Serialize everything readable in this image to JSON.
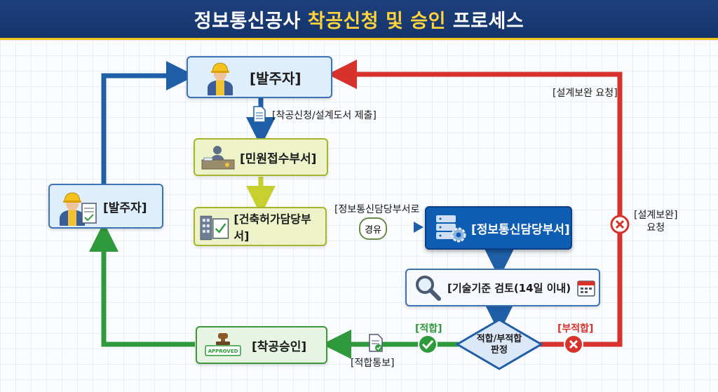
{
  "header": {
    "title_prefix": "정보통신공사 ",
    "title_highlight": "착공신청 및 승인",
    "title_suffix": " 프로세스"
  },
  "nodes": {
    "client_top": "[발주자]",
    "client_left": "[발주자]",
    "reception": "[민원접수부서]",
    "permit": "[건축허가담당부서]",
    "ict": "[정보통신담당부서]",
    "review": "[기술기준 검토(14일 이내)",
    "approval": "[착공승인]",
    "decision_line1": "적합/부적합",
    "decision_line2": "판정"
  },
  "labels": {
    "submit": "[착공신청/설계도서 제출]",
    "via_line1": "[정보통신담당부서로",
    "via_line2": "경유",
    "supplement_top": "[설계보완 요청]",
    "supplement_side_line1": "[설계보완]",
    "supplement_side_line2": "요청",
    "pass": "[적합]",
    "fail": "[부적합]",
    "notify": "[적합통보]",
    "stamp_text": "APPROVED"
  },
  "colors": {
    "header_bg": "#1d3f7c",
    "highlight": "#ffd43a",
    "flow_blue": "#1f5fa8",
    "flow_yellow": "#c7d02e",
    "flow_red": "#d7322c",
    "flow_green": "#2f9a3c"
  },
  "icons": [
    "worker-icon",
    "document-icon",
    "receptionist-icon",
    "building-permit-icon",
    "server-gear-icon",
    "magnifier-icon",
    "calendar-icon",
    "stamp-icon",
    "check-icon",
    "x-icon"
  ]
}
